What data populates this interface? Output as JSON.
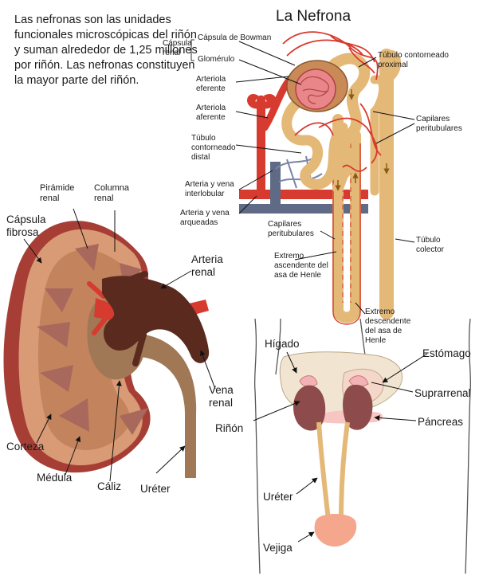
{
  "intro": "Las nefronas son las unidades funcionales microscópicas del riñón y suman alrededor de 1,25 millones por riñón. Las nefronas constituyen la mayor parte del riñón.",
  "nephron": {
    "title": "La Nefrona",
    "labels": {
      "capsula_renal": "Cápsula renal",
      "capsula_bowman": "Cápsula de Bowman",
      "glomerulo": "Glomérulo",
      "arteriola_eferente": "Arteriola eferente",
      "arteriola_aferente": "Arteriola aferente",
      "tubulo_distal": "Túbulo contorneado distal",
      "arteria_interlobular": "Arteria y vena interlobular",
      "arteria_arqueadas": "Arteria y vena arqueadas",
      "tubulo_proximal": "Túbulo contorneado proximal",
      "capilares_1": "Capilares peritubulares",
      "capilares_2": "Capilares peritubulares",
      "tubulo_colector": "Túbulo colector",
      "ascendente": "Extremo ascendente del asa de Henle",
      "descendente": "Extremo descendente del asa de Henle"
    }
  },
  "kidney": {
    "labels": {
      "piramide": "Pirámide renal",
      "columna": "Columna renal",
      "capsula_fibrosa": "Cápsula fibrosa",
      "arteria_renal": "Arteria renal",
      "vena_renal": "Vena renal",
      "corteza": "Corteza",
      "medula": "Médula",
      "caliz": "Cáliz",
      "ureter": "Uréter"
    }
  },
  "body": {
    "labels": {
      "higado": "Hígado",
      "estomago": "Estómago",
      "suprarrenal": "Suprarrenal",
      "rinon": "Riñón",
      "pancreas": "Páncreas",
      "ureter": "Uréter",
      "vejiga": "Vejiga"
    }
  },
  "colors": {
    "artery": "#d73a2e",
    "vein": "#5e6a86",
    "tubule": "#e4b978",
    "cortex": "#d99a76",
    "pyramid": "#a8685c",
    "capsule": "#a73e36",
    "renal_vein": "#5a2a1f",
    "ureter": "#a07856"
  }
}
